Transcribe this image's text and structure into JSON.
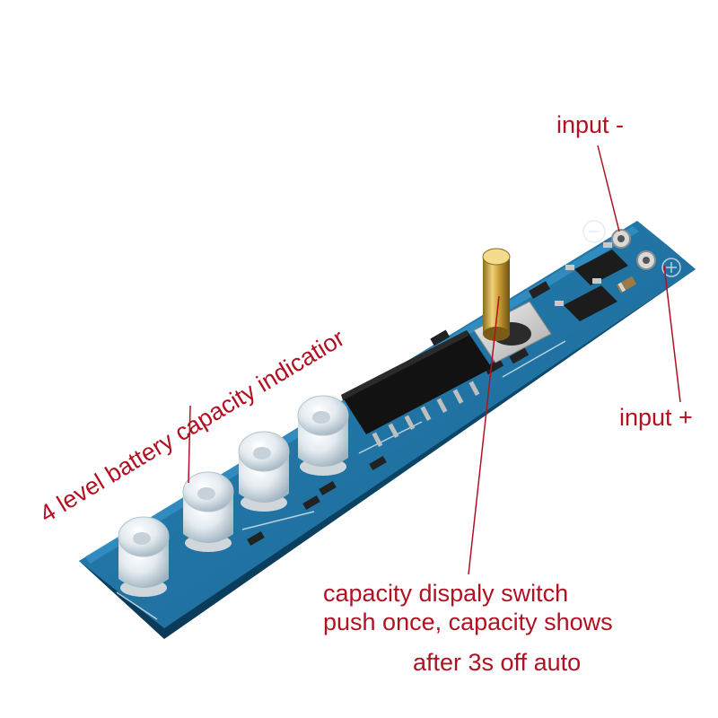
{
  "labels": {
    "input_minus": "input -",
    "input_plus": "input +",
    "capacity_indicator": "4 level battery capacity indicatior",
    "switch_line_1": "capacity dispaly switch",
    "switch_line_2": "push once, capacity shows",
    "switch_line_3": "after 3s off auto"
  },
  "colors": {
    "annotation": "#b01222",
    "pcb": "#1f6f9e",
    "background": "#ffffff"
  }
}
